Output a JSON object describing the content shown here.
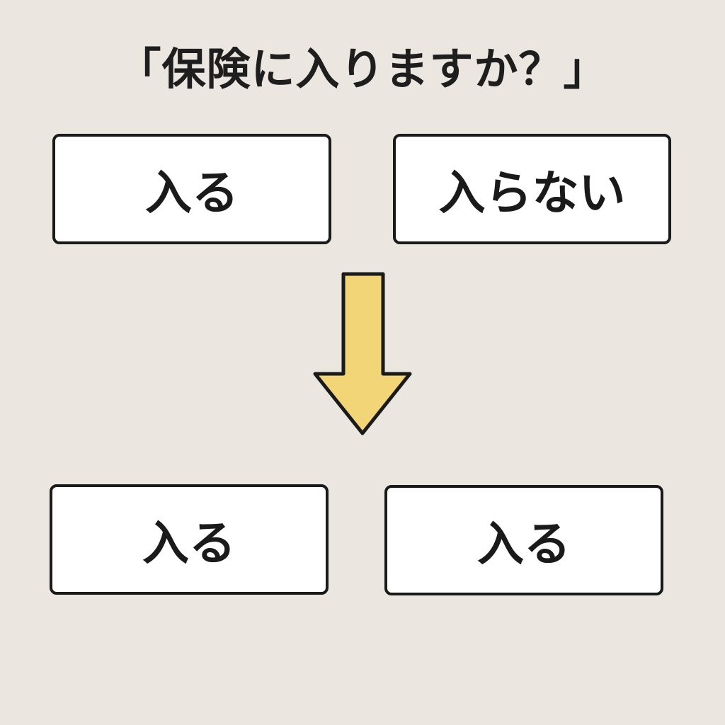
{
  "title": "「保険に入りますか？」",
  "choices_before": {
    "option_left": "入る",
    "option_right": "入らない"
  },
  "choices_after": {
    "option_left": "入る",
    "option_right": "入る"
  },
  "colors": {
    "background": "#ebe6e0",
    "arrow_fill": "#f2d577",
    "border": "#1a1a1a",
    "button_fill": "#ffffff"
  },
  "icons": {
    "transition": "arrow-down-icon"
  }
}
